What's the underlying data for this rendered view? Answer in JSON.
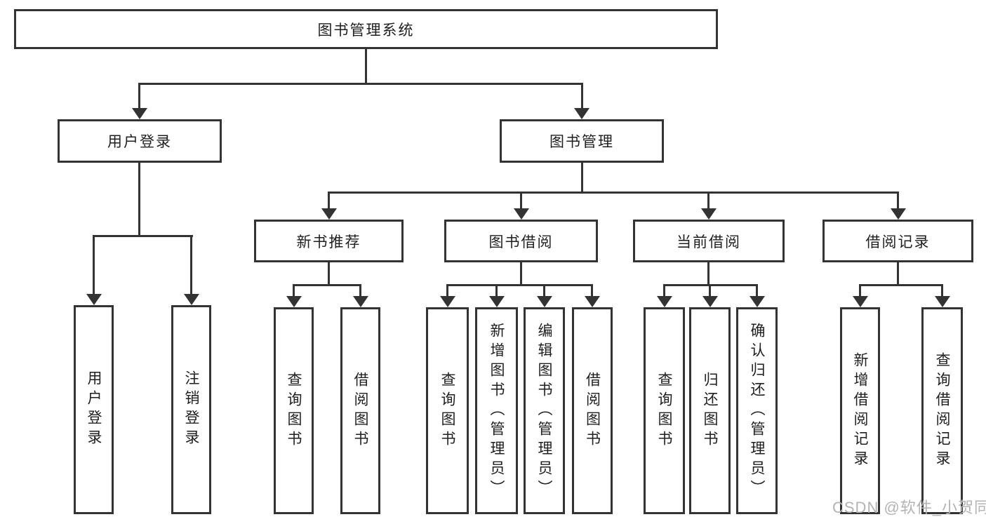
{
  "tree": {
    "label": "图书管理系统",
    "children": [
      {
        "label": "用户登录",
        "children": [
          {
            "label": "用户登录"
          },
          {
            "label": "注销登录"
          }
        ]
      },
      {
        "label": "图书管理",
        "children": [
          {
            "label": "新书推荐",
            "children": [
              {
                "label": "查询图书"
              },
              {
                "label": "借阅图书"
              }
            ]
          },
          {
            "label": "图书借阅",
            "children": [
              {
                "label": "查询图书"
              },
              {
                "label": "新增图书（管理员）"
              },
              {
                "label": "编辑图书（管理员）"
              },
              {
                "label": "借阅图书"
              }
            ]
          },
          {
            "label": "当前借阅",
            "children": [
              {
                "label": "查询图书"
              },
              {
                "label": "归还图书"
              },
              {
                "label": "确认归还（管理员）"
              }
            ]
          },
          {
            "label": "借阅记录",
            "children": [
              {
                "label": "新增借阅记录"
              },
              {
                "label": "查询借阅记录"
              }
            ]
          }
        ]
      }
    ]
  },
  "watermark": "CSDN @软件_小贺同学",
  "colors": {
    "line": "#333333",
    "text": "#1f1f1f",
    "background": "#ffffff",
    "watermark": "#b5b3b3"
  }
}
